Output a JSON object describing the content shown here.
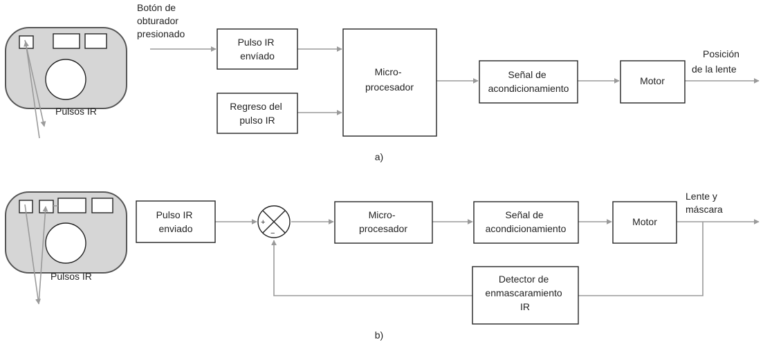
{
  "diagram_a": {
    "input_label": [
      "Botón de",
      "obturador",
      "presionado"
    ],
    "block_pulse_sent": [
      "Pulso IR",
      "envíado"
    ],
    "block_pulse_return": [
      "Regreso del",
      "pulso IR"
    ],
    "block_microprocessor": [
      "Micro-",
      "procesador"
    ],
    "block_signal_conditioning": [
      "Señal de",
      "acondicionamiento"
    ],
    "block_motor": [
      "Motor"
    ],
    "output_label": [
      "Posición",
      "de la lente"
    ],
    "camera_label": "Pulsos IR",
    "caption": "a)"
  },
  "diagram_b": {
    "block_pulse_sent": [
      "Pulso IR",
      "enviado"
    ],
    "summing_plus": "+",
    "summing_minus": "−",
    "block_microprocessor": [
      "Micro-",
      "procesador"
    ],
    "block_signal_conditioning": [
      "Señal de",
      "acondicionamiento"
    ],
    "block_motor": [
      "Motor"
    ],
    "block_detector": [
      "Detector de",
      "enmascaramiento",
      "IR"
    ],
    "output_label": [
      "Lente y",
      "máscara"
    ],
    "camera_label": "Pulsos IR",
    "caption": "b)"
  },
  "colors": {
    "camera_body": "#d6d6d6",
    "signal_lines": "#9a9a9a",
    "block_border": "#222222"
  }
}
